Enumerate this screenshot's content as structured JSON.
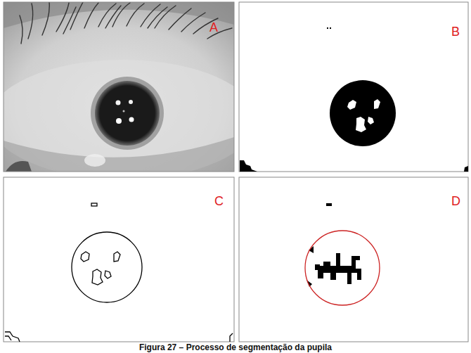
{
  "diagram": {
    "caption": "Figura 27 – Processo de segmentação da pupila",
    "labels": [
      "A",
      "B",
      "C",
      "D"
    ]
  }
}
